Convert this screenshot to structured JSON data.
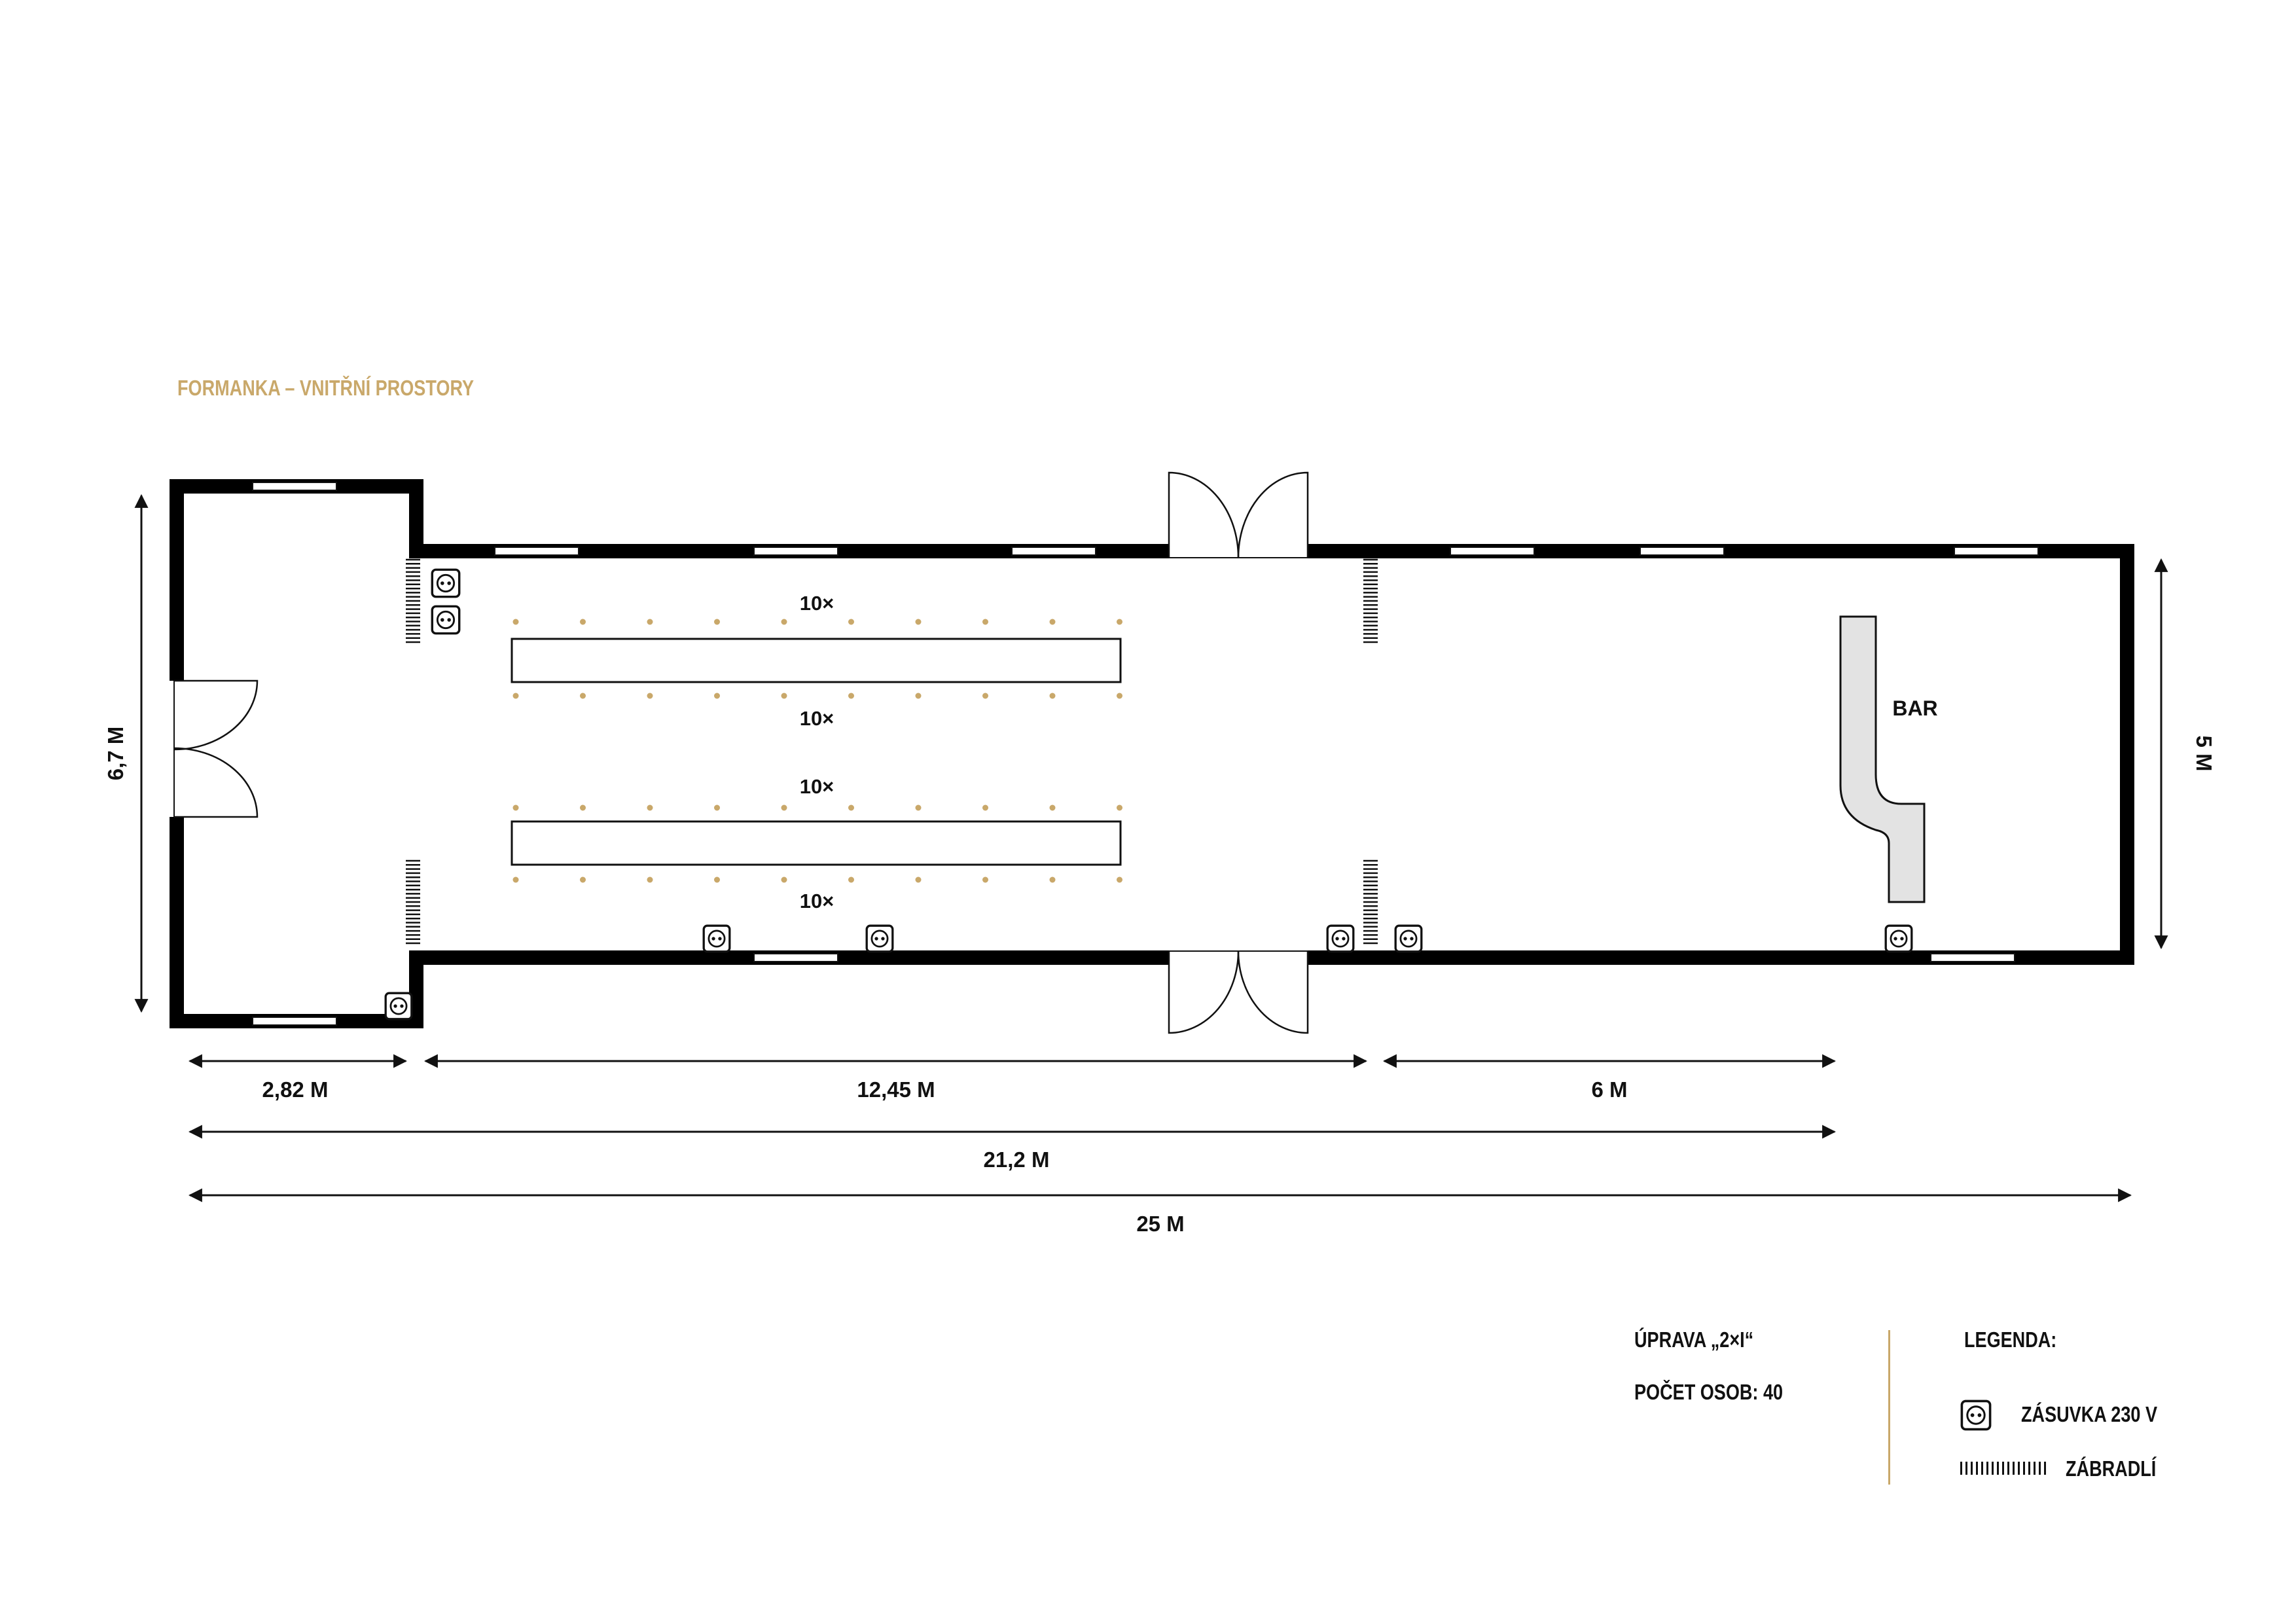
{
  "title": "FORMANKA – VNITŘNÍ PROSTORY",
  "colors": {
    "accent": "#c9a86a",
    "wall": "#000000",
    "bar_fill": "#e3e3e3",
    "text": "#111111"
  },
  "plan": {
    "table_labels": [
      "10×",
      "10×",
      "10×",
      "10×"
    ],
    "bar_label": "BAR",
    "dimensions": {
      "left_height": "6,7 M",
      "right_height": "5 M",
      "seg_1": "2,82 M",
      "seg_2": "12,45 M",
      "seg_3": "6 M",
      "total_1": "21,2 M",
      "total_2": "25 M"
    }
  },
  "info": {
    "layout": "ÚPRAVA „2×I“",
    "capacity": "POČET OSOB: 40"
  },
  "legend": {
    "title": "LEGENDA:",
    "items": [
      {
        "icon": "socket-icon",
        "label": "ZÁSUVKA 230 V"
      },
      {
        "icon": "railing-icon",
        "label": "ZÁBRADLÍ"
      }
    ]
  }
}
